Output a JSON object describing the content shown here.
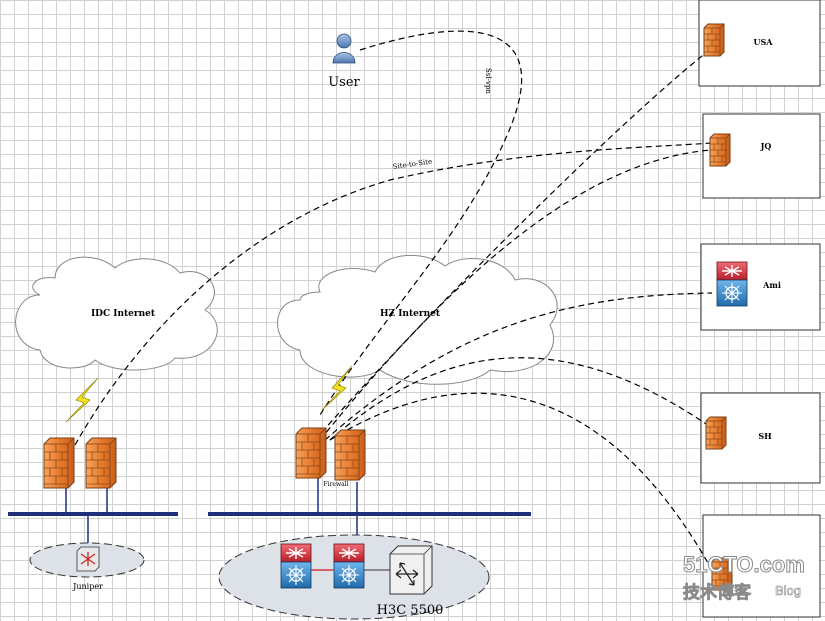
{
  "nodes": {
    "user": "User",
    "usa": "USA",
    "jq": "JQ",
    "ami": "Ami",
    "sh": "SH",
    "idc_cloud": "IDC Internet",
    "hz_cloud": "HZ Internet",
    "firewall": "Firewall",
    "juniper": "Juniper",
    "h3c": "H3C 5500"
  },
  "links": {
    "ssl_vpn": "Ssl-vpn",
    "site_to_site": "Site-to-Site"
  },
  "watermark": {
    "domain": "51CTO.com",
    "tagline": "技术博客",
    "blog": "Blog"
  },
  "colors": {
    "bus": "#1f2f7a",
    "firewall": "#e07b30",
    "switch_red": "#d3343d",
    "switch_blue": "#2f86c8",
    "oval_fill": "#dde1e8"
  }
}
